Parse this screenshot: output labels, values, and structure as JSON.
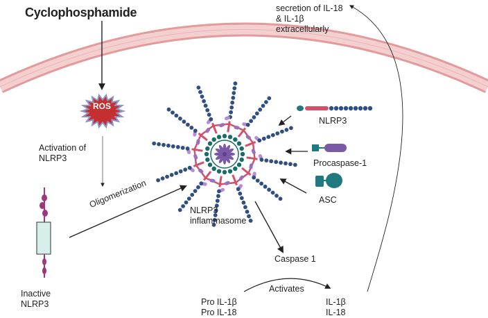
{
  "title": "Cyclophosphamide",
  "ros_label": "ROS",
  "activation_label": [
    "Activation of",
    "NLRP3"
  ],
  "oligomerization_label": "Oligomerization",
  "inactive_label": [
    "Inactive",
    "NLRP3"
  ],
  "inflammasome_label": [
    "NLRP3",
    "inflammasome"
  ],
  "caspase_label": "Caspase 1",
  "secretion_label": [
    "secretion of IL-18",
    "& IL-1β",
    "extracellularly"
  ],
  "components": {
    "nlrp3": "NLRP3",
    "procaspase": "Procaspase-1",
    "asc": "ASC"
  },
  "pro_labels": [
    "Pro IL-1β",
    "Pro IL-18"
  ],
  "activates_label": "Activates",
  "mature_labels": [
    "IL-1β",
    "IL-18"
  ],
  "colors": {
    "membrane": "#f2c4c4",
    "membrane_edge": "#e49a9a",
    "ros_fill": "#c62f2f",
    "ros_edge": "#8b95c9",
    "bead_navy": "#2f4f84",
    "bead_teal": "#1a6b6b",
    "nlrp3_pink": "#d3506a",
    "card_purple": "#7a5aa6",
    "asc_teal": "#1f7a80",
    "receptor_fill": "#d6efe8",
    "magenta": "#a0357a"
  }
}
